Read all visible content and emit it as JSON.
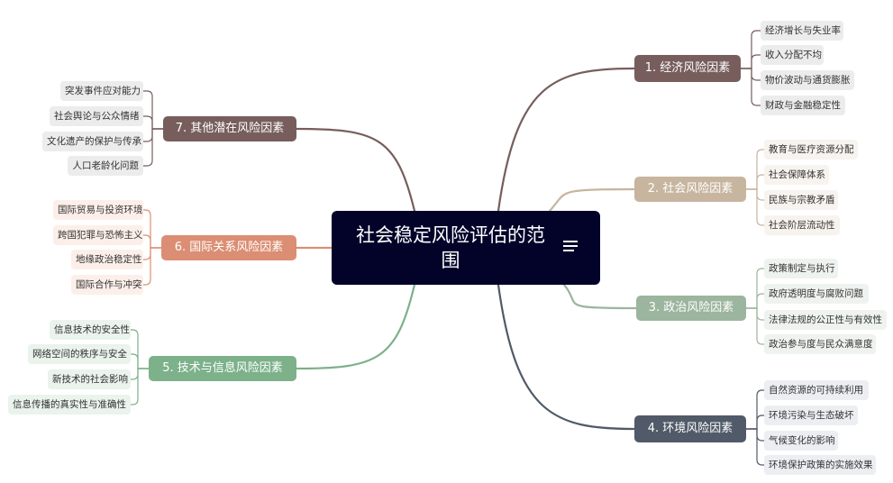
{
  "root": {
    "title": "社会稳定风险评估的范围"
  },
  "branches": [
    {
      "label": "1. 经济风险因素",
      "color": "#775e5c",
      "leaf_bg": "#ececec",
      "leaves": [
        "经济增长与失业率",
        "收入分配不均",
        "物价波动与通货膨胀",
        "财政与金融稳定性"
      ]
    },
    {
      "label": "2. 社会风险因素",
      "color": "#c7b59f",
      "leaf_bg": "#f7f3ee",
      "leaves": [
        "教育与医疗资源分配",
        "社会保障体系",
        "民族与宗教矛盾",
        "社会阶层流动性"
      ]
    },
    {
      "label": "3. 政治风险因素",
      "color": "#9cb59e",
      "leaf_bg": "#eef3ef",
      "leaves": [
        "政策制定与执行",
        "政府透明度与腐败问题",
        "法律法规的公正性与有效性",
        "政治参与度与民众满意度"
      ]
    },
    {
      "label": "4. 环境风险因素",
      "color": "#505a68",
      "leaf_bg": "#eceef1",
      "leaves": [
        "自然资源的可持续利用",
        "环境污染与生态破坏",
        "气候变化的影响",
        "环境保护政策的实施效果"
      ]
    },
    {
      "label": "5. 技术与信息风险因素",
      "color": "#7cb18a",
      "leaf_bg": "#eaf3ec",
      "leaves": [
        "信息技术的安全性",
        "网络空间的秩序与安全",
        "新技术的社会影响",
        "信息传播的真实性与准确性"
      ]
    },
    {
      "label": "6. 国际关系风险因素",
      "color": "#db8e73",
      "leaf_bg": "#fcefe9",
      "leaves": [
        "国际贸易与投资环境",
        "跨国犯罪与恐怖主义",
        "地缘政治稳定性",
        "国际合作与冲突"
      ]
    },
    {
      "label": "7. 其他潜在风险因素",
      "color": "#775e5c",
      "leaf_bg": "#ececec",
      "leaves": [
        "突发事件应对能力",
        "社会舆论与公众情绪",
        "文化遗产的保护与传承",
        "人口老龄化问题"
      ]
    }
  ]
}
